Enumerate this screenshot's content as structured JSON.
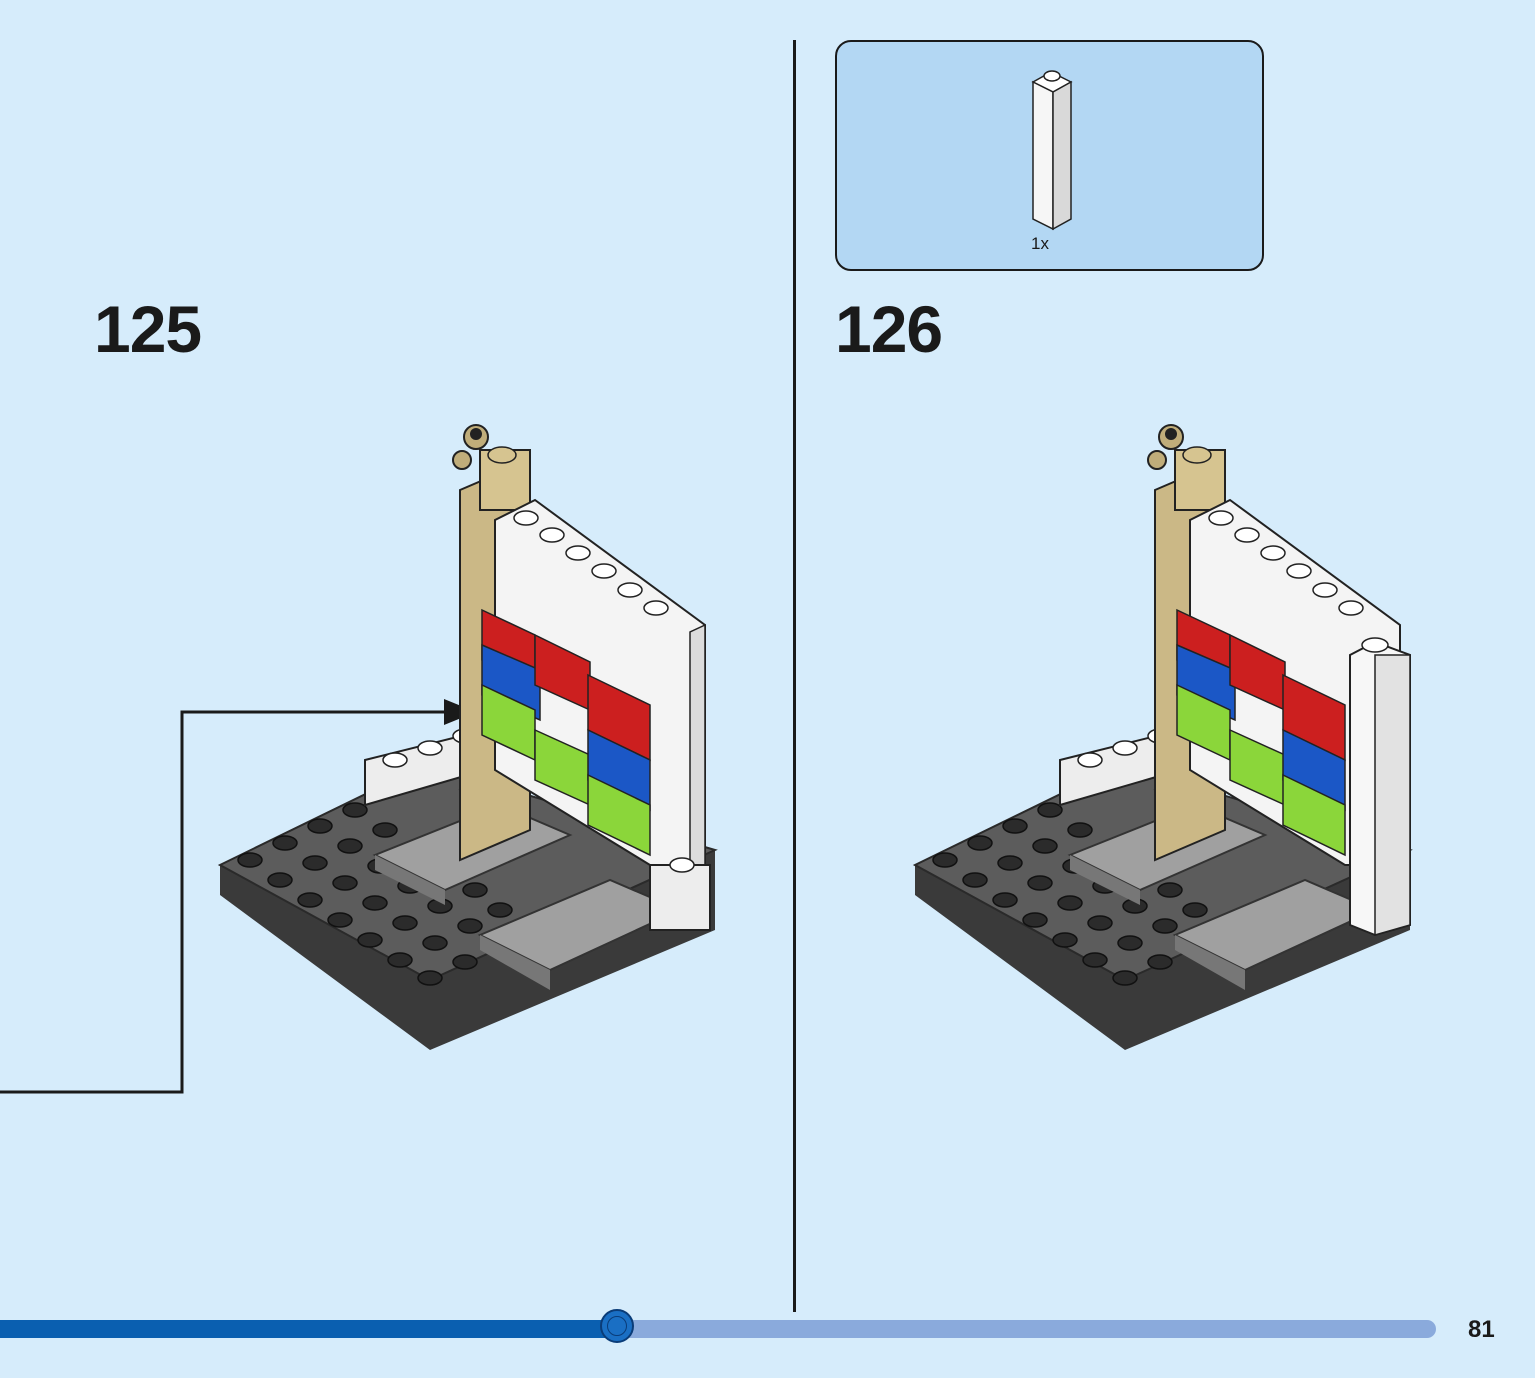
{
  "steps": [
    {
      "number": "125"
    },
    {
      "number": "126"
    }
  ],
  "parts_box": {
    "count_label": "1x",
    "part_icon": "white-1x1x5-brick-icon"
  },
  "progress": {
    "fraction": 0.43
  },
  "page_number": "81",
  "colors": {
    "background": "#d6ecfb",
    "parts_box": "#b3d7f3",
    "progress_done": "#0a5fb0",
    "progress_remaining": "#8aaadc"
  }
}
